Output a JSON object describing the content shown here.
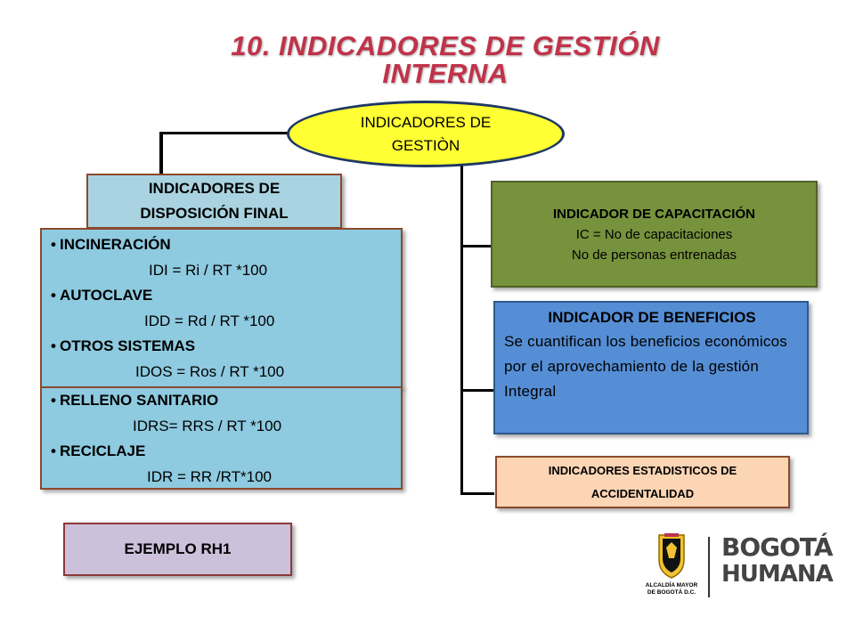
{
  "title": {
    "line1": "10. INDICADORES DE GESTIÓN",
    "line2": "INTERNA"
  },
  "root_node": {
    "line1": "INDICADORES DE",
    "line2": "GESTIÒN"
  },
  "disposicion": {
    "header_line1": "INDICADORES DE",
    "header_line2": "DISPOSICIÓN FINAL",
    "group_a": [
      {
        "label": "INCINERACIÓN",
        "formula": "IDI = Ri / RT *100"
      },
      {
        "label": "AUTOCLAVE",
        "formula": "IDD = Rd / RT *100"
      },
      {
        "label": "OTROS SISTEMAS",
        "formula": "IDOS = Ros / RT *100"
      }
    ],
    "group_b": [
      {
        "label": "RELLENO SANITARIO",
        "formula": "IDRS=  RRS / RT *100"
      },
      {
        "label": "RECICLAJE",
        "formula": "IDR = RR /RT*100"
      }
    ]
  },
  "capacitacion": {
    "title": "INDICADOR DE CAPACITACIÓN",
    "line1": "IC = No de capacitaciones",
    "line2": "No de personas entrenadas"
  },
  "beneficios": {
    "title": "INDICADOR DE BENEFICIOS",
    "text": "Se cuantifican los beneficios económicos por el aprovechamiento de la gestión Integral"
  },
  "estadisticos": {
    "line1": "INDICADORES ESTADISTICOS DE",
    "line2": "ACCIDENTALIDAD"
  },
  "ejemplo": {
    "label": "EJEMPLO RH1"
  },
  "logo": {
    "alcaldia_line1": "ALCALDÍA MAYOR",
    "alcaldia_line2": "DE BOGOTÁ D.C.",
    "brand_line1": "BOGOTÁ",
    "brand_line2": "HUMANA"
  },
  "colors": {
    "title": "#c0334a",
    "root_fill": "#ffff33",
    "disposicion_fill": "#a9d3e0",
    "items_fill": "#8ecae0",
    "border_brown": "#8b4a2b",
    "capacitacion_fill": "#76923c",
    "beneficios_fill": "#558ed5",
    "estadisticos_fill": "#fcd5b5",
    "ejemplo_fill": "#ccc0da"
  }
}
